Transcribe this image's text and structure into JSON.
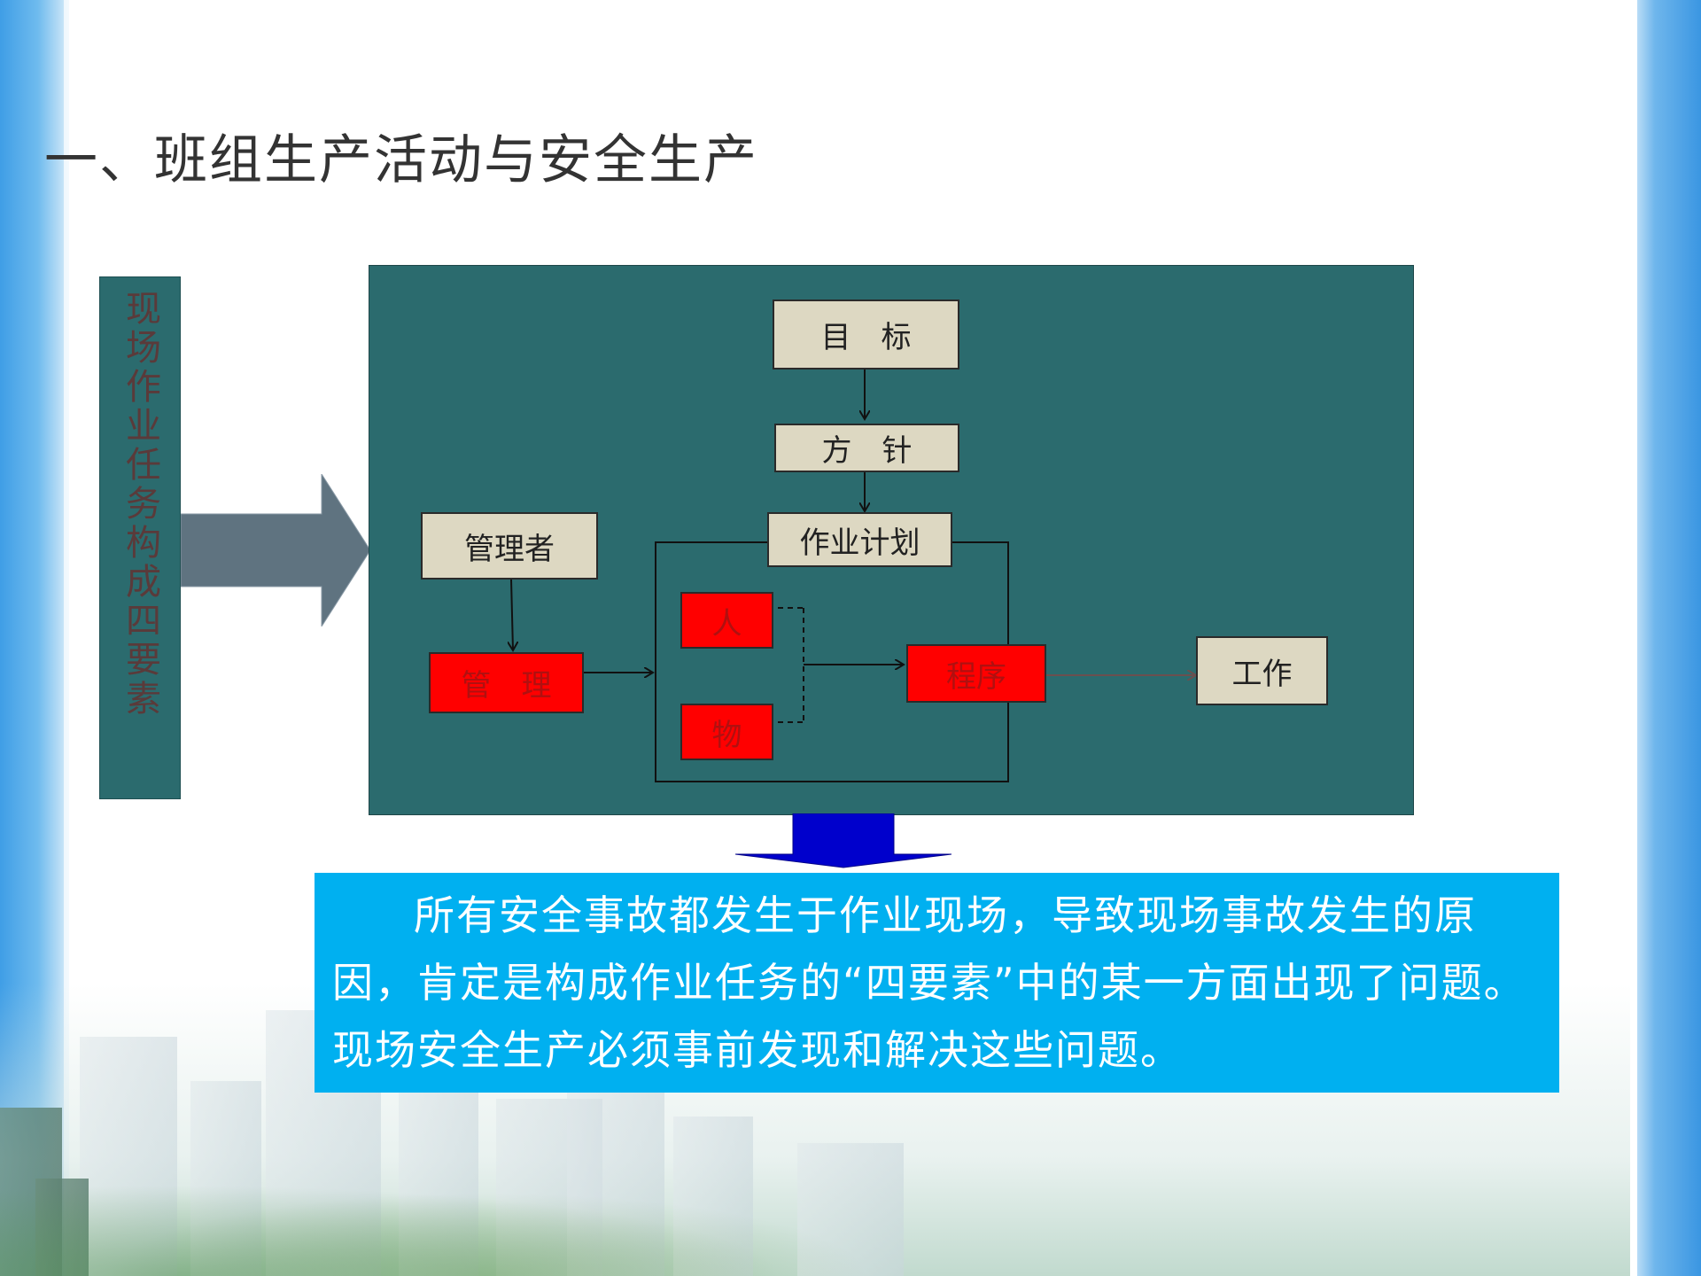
{
  "slide": {
    "title": "一、班组生产活动与安全生产",
    "side_label": "现场作业任务构成四要素"
  },
  "diagram": {
    "nodes": {
      "goal": "目　标",
      "policy": "方　针",
      "plan": "作业计划",
      "manager": "管理者",
      "management": "管　理",
      "people": "人",
      "things": "物",
      "procedure": "程序",
      "work": "工作"
    }
  },
  "note": {
    "text": "所有安全事故都发生于作业现场，导致现场事故发生的原因，肯定是构成作业任务的“四要素”中的某一方面出现了问题。现场安全生产必须事前发现和解决这些问题。"
  },
  "colors": {
    "panel": "#2b6b6e",
    "node_beige": "#ddd8c2",
    "node_red": "#ff0000",
    "note_bg": "#00b0f0",
    "big_arrow": "#5f7380",
    "down_arrow": "#0000cc"
  }
}
